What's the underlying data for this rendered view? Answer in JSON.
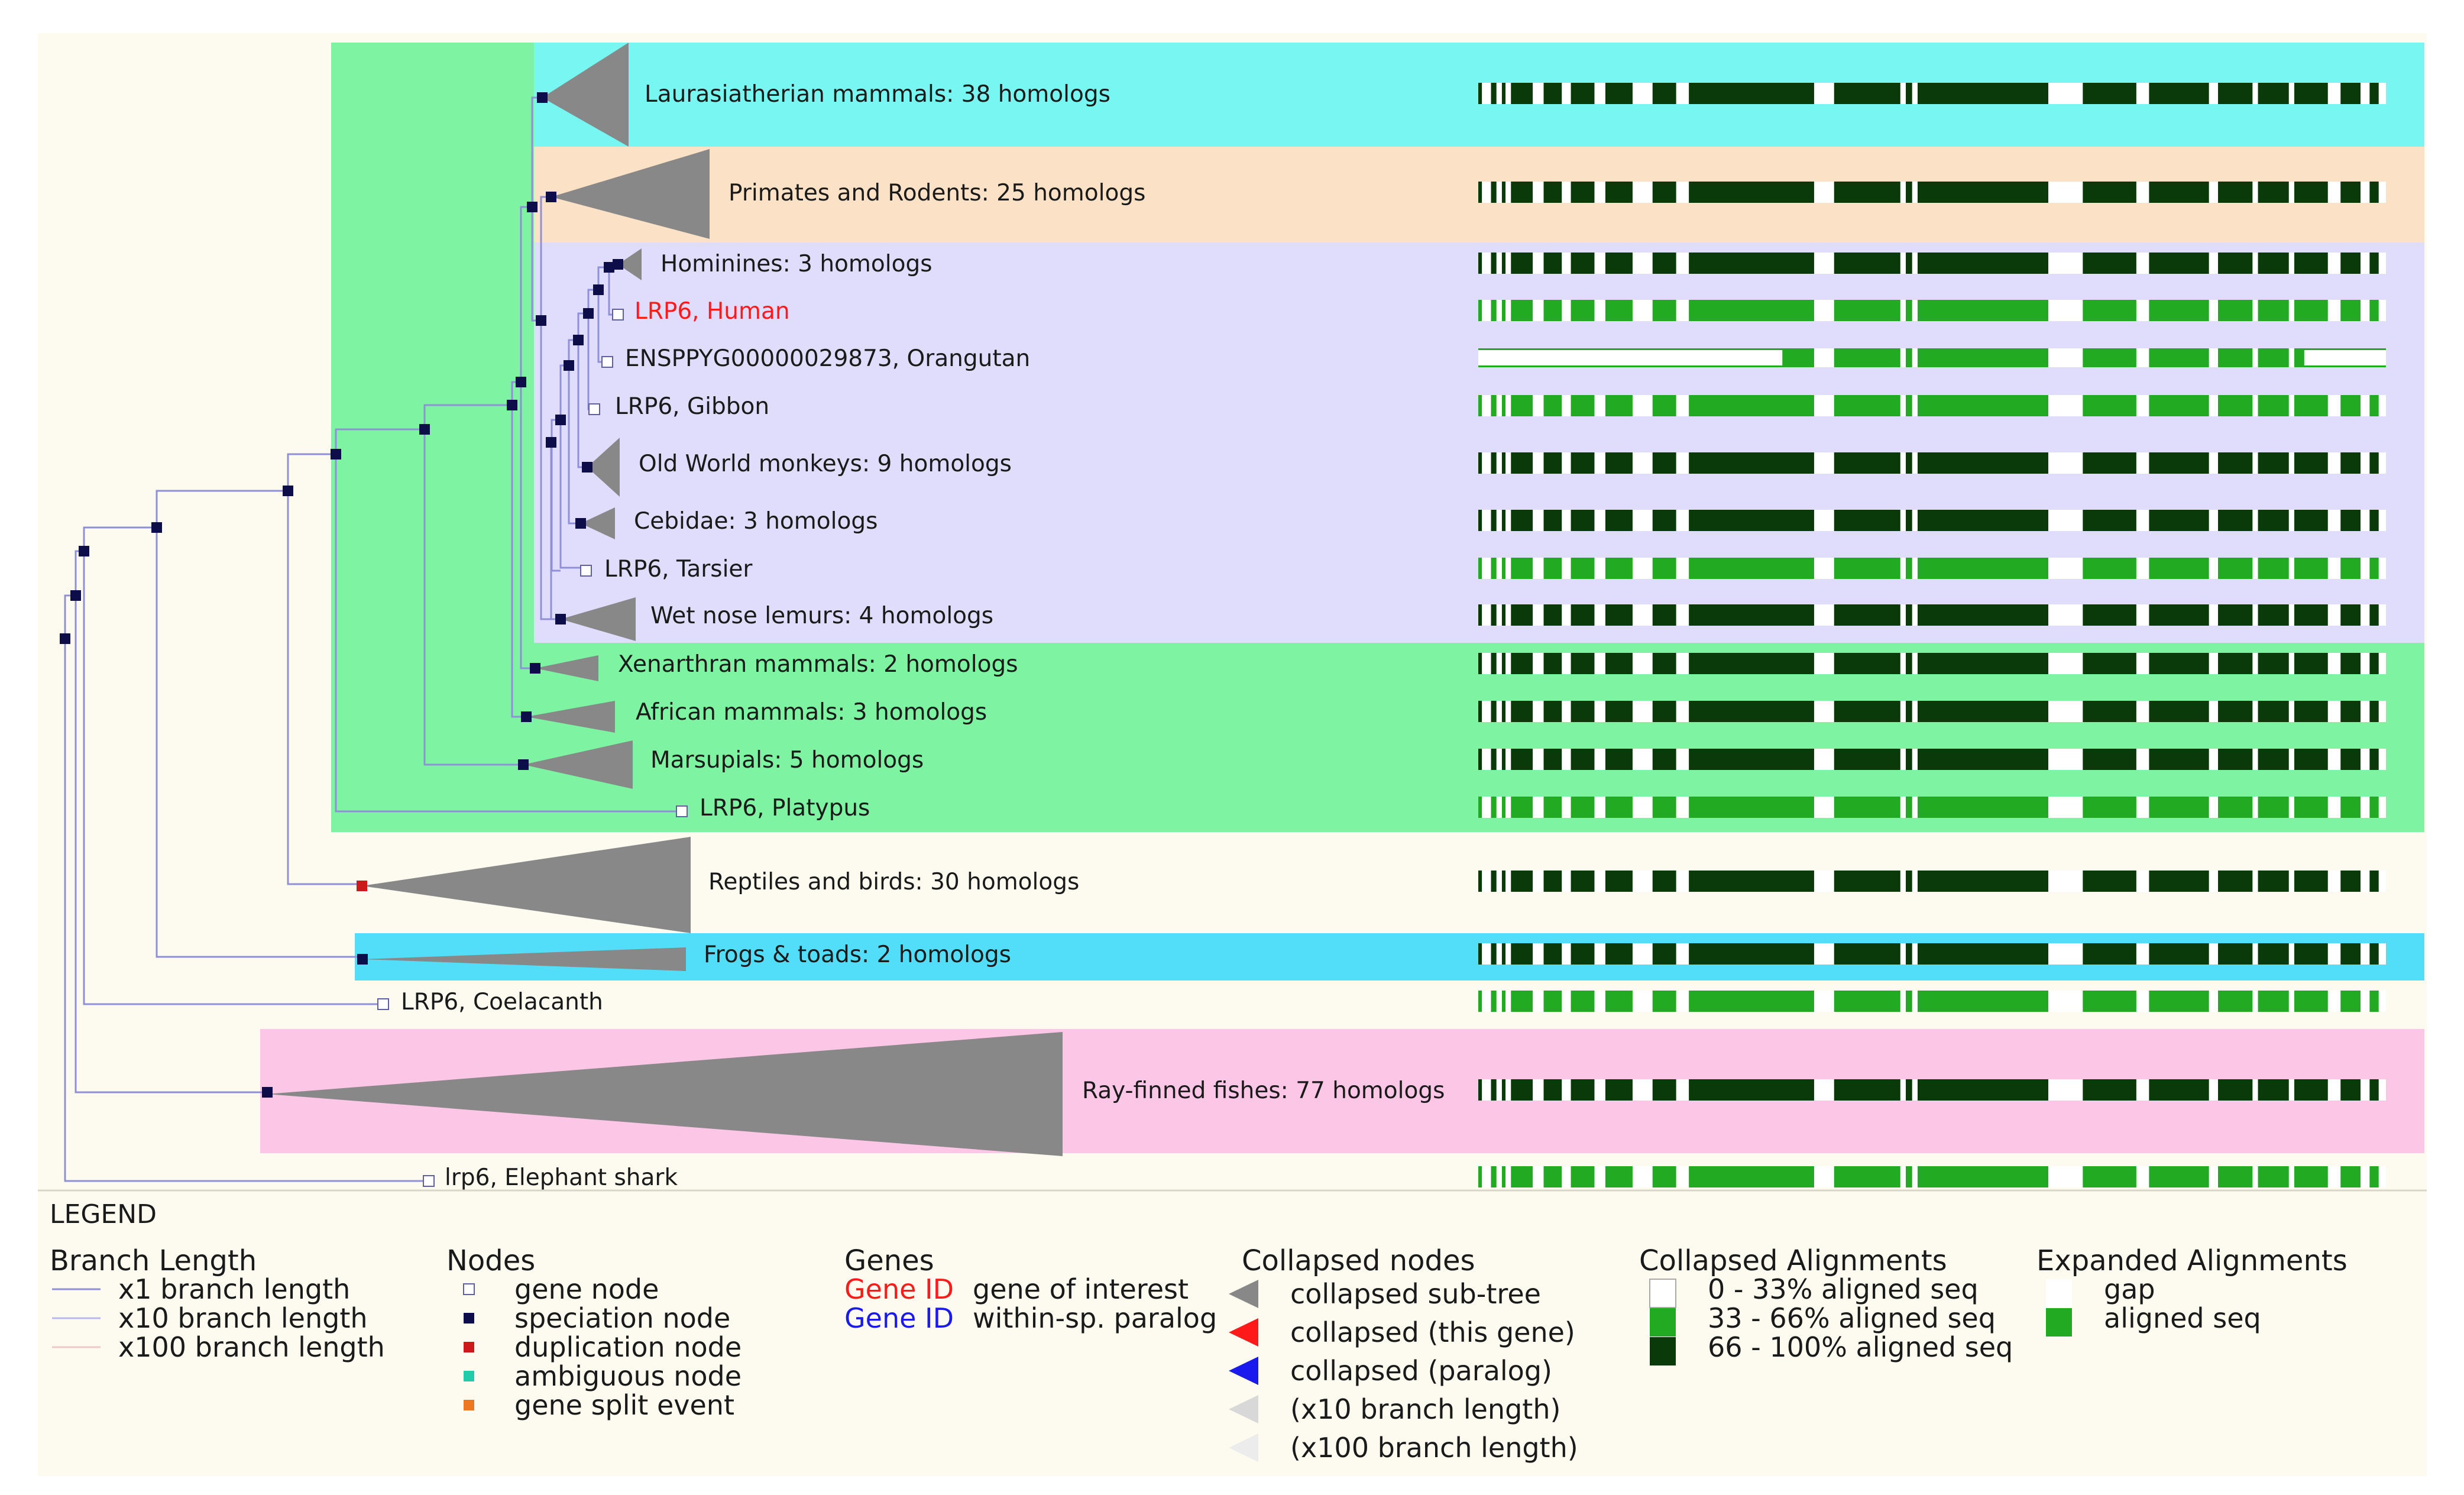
{
  "colors": {
    "background": "#fdfbef",
    "band_cyan": "#78f6f2",
    "band_peach": "#fbe2c6",
    "band_lavender": "#dfdcfc",
    "band_green": "#7ef4a3",
    "band_blue": "#52def8",
    "band_pink": "#fcc7e7",
    "branch": "#9090d8",
    "branch_x10": "#b8b8ec",
    "branch_x100": "#f0c8c8",
    "gene_of_interest": "#ff1a1a",
    "paralog": "#1a1aee",
    "speciation_node": "#0d0d4a",
    "duplication_node": "#cc1a1a",
    "ambiguous_node": "#22ccaa",
    "split_node": "#ee7722",
    "triangle": "#888888",
    "align_dark": "#0a3a0a",
    "align_mid": "#22aa22",
    "align_light": "#ffffff"
  },
  "rows": [
    {
      "label": "Laurasiatherian mammals: 38 homologs",
      "kind": "collapsed",
      "align": "dark"
    },
    {
      "label": "Primates and Rodents: 25 homologs",
      "kind": "collapsed",
      "align": "dark"
    },
    {
      "label": "Hominines: 3 homologs",
      "kind": "collapsed",
      "align": "dark"
    },
    {
      "label": "LRP6, Human",
      "kind": "gene-interest",
      "align": "mid"
    },
    {
      "label": "ENSPPYG00000029873, Orangutan",
      "kind": "gene",
      "align": "partial"
    },
    {
      "label": "LRP6, Gibbon",
      "kind": "gene",
      "align": "mid"
    },
    {
      "label": "Old World monkeys: 9 homologs",
      "kind": "collapsed",
      "align": "dark"
    },
    {
      "label": "Cebidae: 3 homologs",
      "kind": "collapsed",
      "align": "dark"
    },
    {
      "label": "LRP6, Tarsier",
      "kind": "gene",
      "align": "mid"
    },
    {
      "label": "Wet nose lemurs: 4 homologs",
      "kind": "collapsed",
      "align": "dark"
    },
    {
      "label": "Xenarthran mammals: 2 homologs",
      "kind": "collapsed",
      "align": "dark"
    },
    {
      "label": "African mammals: 3 homologs",
      "kind": "collapsed",
      "align": "dark"
    },
    {
      "label": "Marsupials: 5 homologs",
      "kind": "collapsed",
      "align": "dark"
    },
    {
      "label": "LRP6, Platypus",
      "kind": "gene",
      "align": "mid"
    },
    {
      "label": "Reptiles and birds: 30 homologs",
      "kind": "collapsed-dup",
      "align": "dark"
    },
    {
      "label": "Frogs & toads: 2 homologs",
      "kind": "collapsed",
      "align": "dark"
    },
    {
      "label": "LRP6, Coelacanth",
      "kind": "gene",
      "align": "mid"
    },
    {
      "label": "Ray-finned fishes: 77 homologs",
      "kind": "collapsed",
      "align": "dark"
    },
    {
      "label": "lrp6, Elephant shark",
      "kind": "gene",
      "align": "mid"
    }
  ],
  "legend": {
    "title": "LEGEND",
    "branch": {
      "heading": "Branch Length",
      "items": [
        "x1 branch length",
        "x10 branch length",
        "x100 branch length"
      ]
    },
    "nodes": {
      "heading": "Nodes",
      "items": [
        "gene node",
        "speciation node",
        "duplication node",
        "ambiguous node",
        "gene split event"
      ]
    },
    "genes": {
      "heading": "Genes",
      "id_label": "Gene ID",
      "interest": "gene of interest",
      "paralog": "within-sp. paralog"
    },
    "collapsed_nodes": {
      "heading": "Collapsed nodes",
      "items": [
        "collapsed sub-tree",
        "collapsed (this gene)",
        "collapsed (paralog)",
        "(x10 branch length)",
        "(x100 branch length)"
      ]
    },
    "collapsed_alignments": {
      "heading": "Collapsed Alignments",
      "items": [
        "0 - 33% aligned seq",
        "33 - 66% aligned seq",
        "66 - 100% aligned seq"
      ]
    },
    "expanded_alignments": {
      "heading": "Expanded Alignments",
      "items": [
        "gap",
        "aligned seq"
      ]
    }
  }
}
